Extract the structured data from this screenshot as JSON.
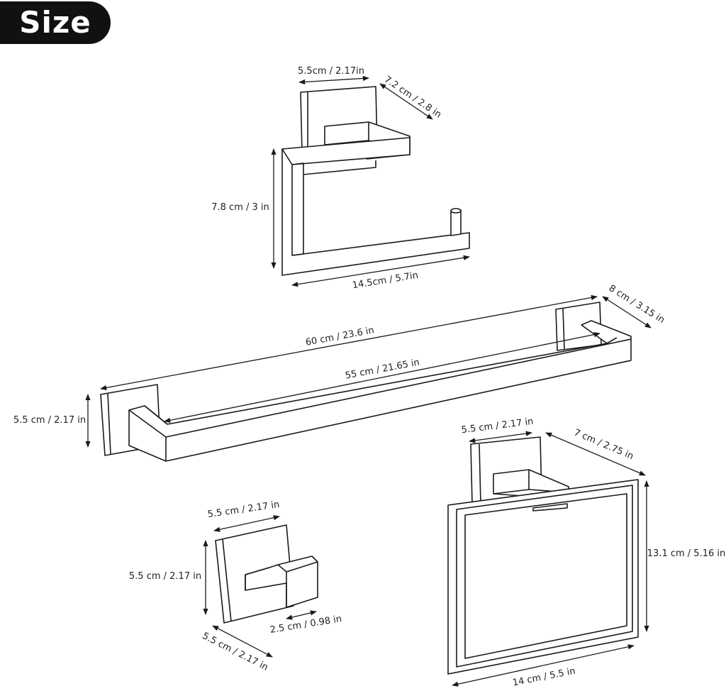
{
  "title": "Size",
  "colors": {
    "line": "#1a1a1a",
    "badge": "#111111",
    "badge_text": "#ffffff"
  },
  "paper_holder": {
    "width_label": "5.5cm / 2.17in",
    "depth_label": "7.2 cm / 2.8 in",
    "height_label": "7.8 cm / 3 in",
    "length_label": "14.5cm / 5.7in"
  },
  "towel_bar": {
    "overall_label": "60 cm / 23.6 in",
    "inner_label": "55 cm / 21.65 in",
    "depth_label": "8 cm / 3.15 in",
    "height_label": "5.5 cm / 2.17 in"
  },
  "robe_hook": {
    "width_label": "5.5 cm / 2.17 in",
    "height_label": "5.5 cm / 2.17 in",
    "depth_label": "5.5 cm / 2.17 in",
    "hook_label": "2.5 cm / 0.98 in"
  },
  "towel_ring": {
    "width_label": "5.5 cm / 2.17 in",
    "depth_label": "7 cm / 2.75 in",
    "height_label": "13.1 cm / 5.16 in",
    "length_label": "14 cm /  5.5 in"
  }
}
